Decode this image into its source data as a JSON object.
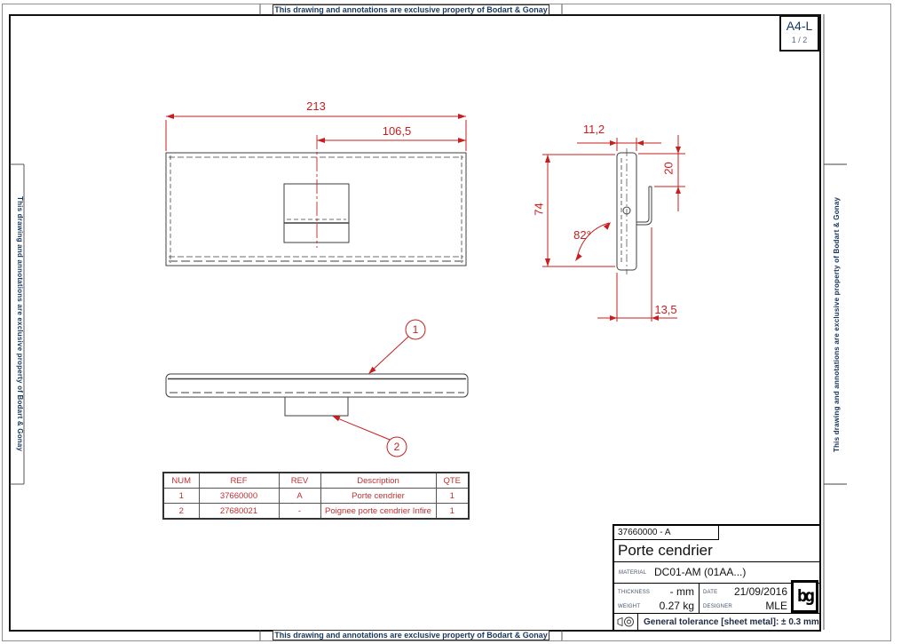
{
  "page": {
    "format": "A4-L",
    "sheet_index": "1 / 2",
    "property_notice": "This drawing and annotations are exclusive property of Bodart & Gonay"
  },
  "dimensions": {
    "plate_width": "213",
    "handle_center_offset": "106,5",
    "profile_depth": "11,2",
    "hook_drop": "20",
    "plate_height": "74",
    "bend_angle": "82°",
    "overall_depth": "13,5"
  },
  "balloons": [
    {
      "num": "1"
    },
    {
      "num": "2"
    }
  ],
  "bom": {
    "headers": [
      "NUM",
      "REF",
      "REV",
      "Description",
      "QTE"
    ],
    "rows": [
      [
        "1",
        "37660000",
        "A",
        "Porte cendrier",
        "1"
      ],
      [
        "2",
        "27680021",
        "-",
        "Poignee porte cendrier Infire",
        "1"
      ]
    ]
  },
  "title_block": {
    "drawing_number": "37660000 - A",
    "title": "Porte cendrier",
    "material_label": "MATERIAL",
    "material": "DC01-AM (01AA...)",
    "thickness_label": "THICKNESS",
    "thickness": "- mm",
    "weight_label": "WEIGHT",
    "weight": "0.27 kg",
    "date_label": "DATE",
    "date": "21/09/2016",
    "designer_label": "DESIGNER",
    "designer": "MLE",
    "tolerance": "General tolerance [sheet metal]: ± 0.3 mm",
    "logo": "bg"
  },
  "colors": {
    "dimension_red": "#c81e1e",
    "property_navy": "#17365d",
    "line_dark": "#3f3f3f"
  }
}
